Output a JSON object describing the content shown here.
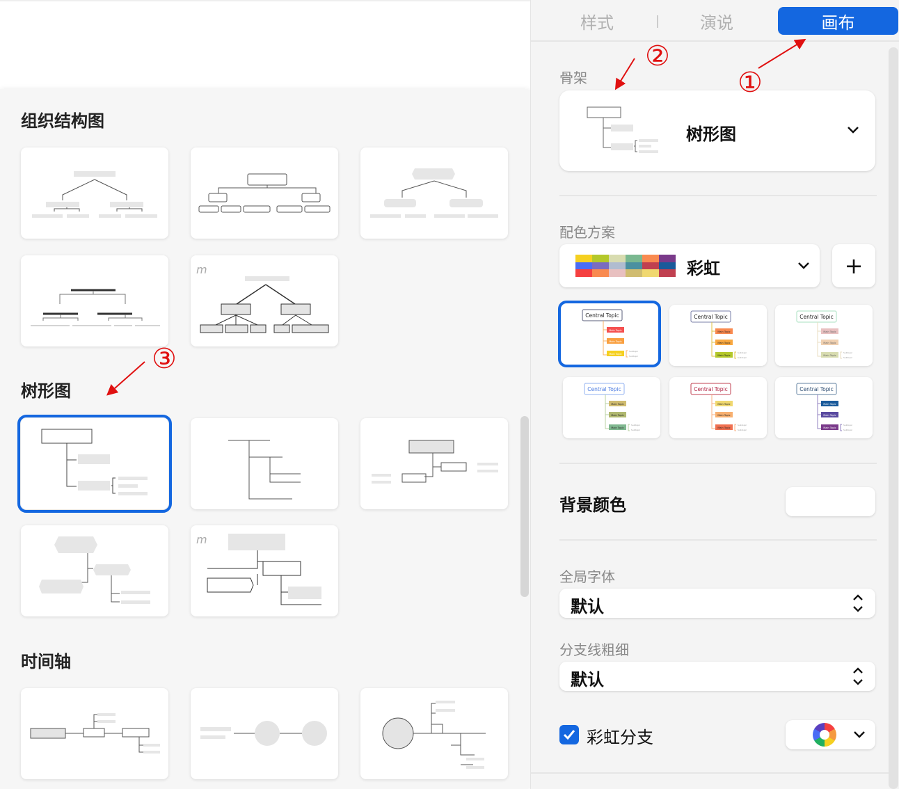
{
  "tabs": [
    {
      "label": "样式"
    },
    {
      "label": "演说"
    },
    {
      "label": "画布"
    }
  ],
  "sections": {
    "org": "组织结构图",
    "tree": "树形图",
    "timeline": "时间轴"
  },
  "skeleton": {
    "label": "骨架",
    "value": "树形图"
  },
  "color_scheme": {
    "label": "配色方案",
    "value": "彩虹",
    "add": "+",
    "swatches": [
      "#f5d020",
      "#4a6cf5",
      "#f54040",
      "#b4c82a",
      "#7a6cc0",
      "#f98a50",
      "#d8dcb0",
      "#b0bcd0",
      "#e8c0c0",
      "#7ab890",
      "#4a90a0",
      "#d0bc70",
      "#f98a50",
      "#c04050",
      "#f0d870",
      "#7a3a8a",
      "#1a5a9a",
      "#c04050"
    ]
  },
  "themes": {
    "central": "Central Topic",
    "main": "Main Topic",
    "sub": "Subtopic",
    "items": [
      {
        "border": "#5a5e7a",
        "text": "#222",
        "line": "#f9b060",
        "mains": [
          "#f55050",
          "#f9a040",
          "#f5d020"
        ],
        "mtext": "#fff"
      },
      {
        "border": "#7a7fa8",
        "text": "#222",
        "line": "#e0c040",
        "mains": [
          "#f98a50",
          "#f9a840",
          "#b4c82a"
        ],
        "mtext": "#222"
      },
      {
        "border": "#a8e0c0",
        "text": "#222",
        "line": "#e8dcc0",
        "mains": [
          "#e8c0c0",
          "#f0d0b0",
          "#d8dcb0"
        ],
        "mtext": "#666"
      },
      {
        "border": "#90b0f0",
        "text": "#4a7ae0",
        "line": "#b8d0a0",
        "mains": [
          "#d0bc70",
          "#b0b870",
          "#80b890"
        ],
        "mtext": "#222"
      },
      {
        "border": "#c04050",
        "text": "#b02040",
        "line": "#f8b080",
        "mains": [
          "#f0d870",
          "#f8b070",
          "#f07050"
        ],
        "mtext": "#222"
      },
      {
        "border": "#6080a0",
        "text": "#2a4a70",
        "line": "#9080c0",
        "mains": [
          "#1a5a9a",
          "#5a4aa0",
          "#7a3a8a"
        ],
        "mtext": "#fff"
      }
    ]
  },
  "background": {
    "label": "背景颜色",
    "color": "#ffffff"
  },
  "font": {
    "label": "全局字体",
    "value": "默认"
  },
  "branch_width": {
    "label": "分支线粗细",
    "value": "默认"
  },
  "rainbow_branch": {
    "label": "彩虹分支",
    "checked": true
  },
  "annotations": {
    "one": "①",
    "two": "②",
    "three": "③",
    "color": "#e01010"
  }
}
